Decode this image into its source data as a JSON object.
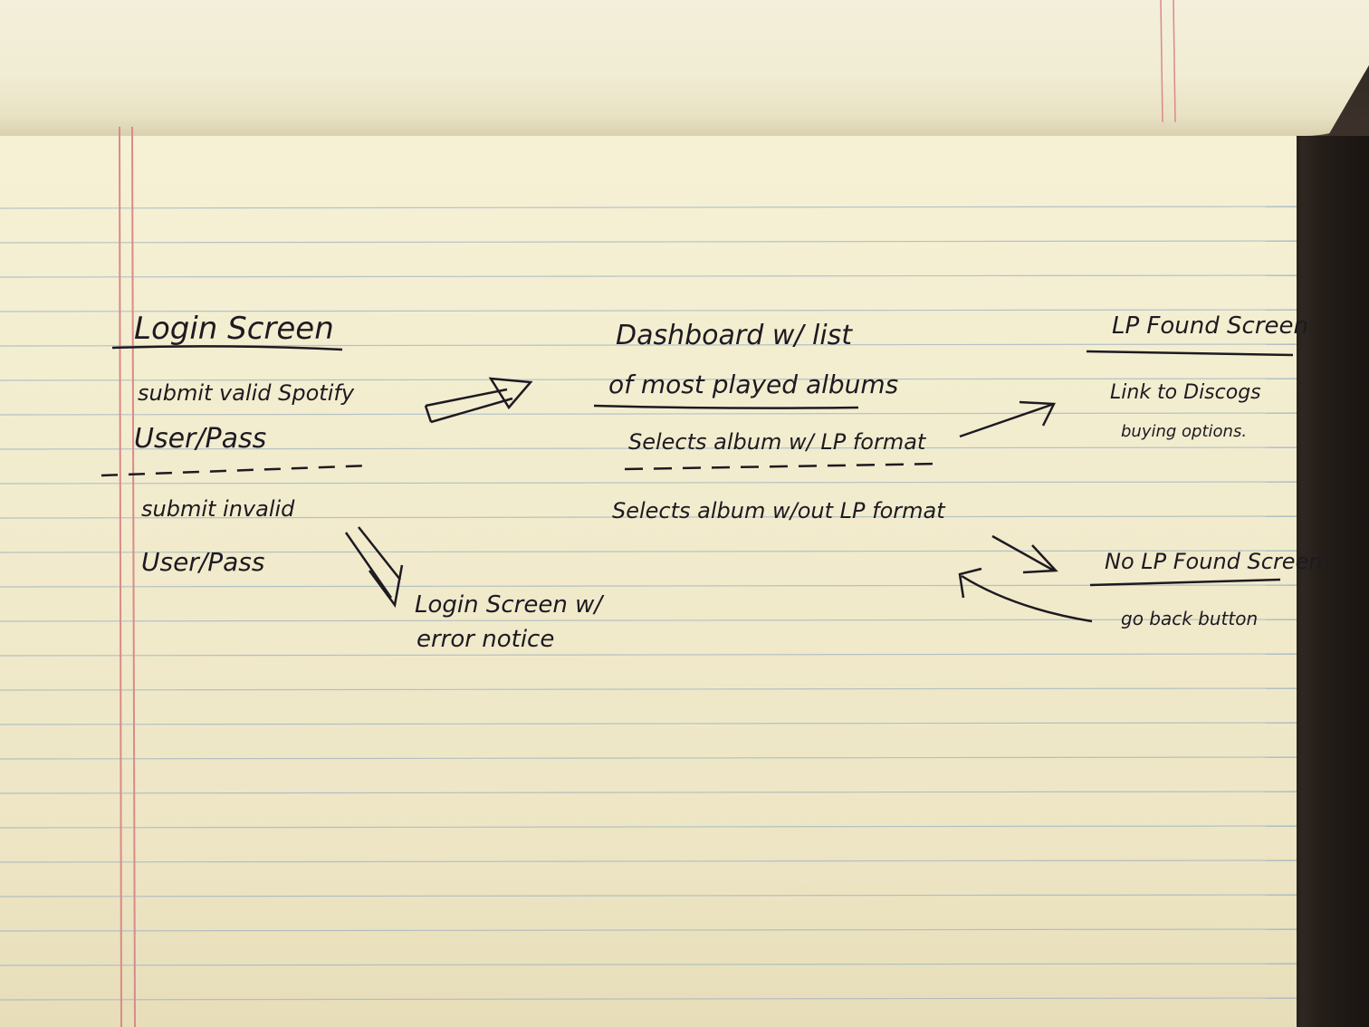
{
  "flow": {
    "login": {
      "title": "Login Screen",
      "valid_line1": "submit valid Spotify",
      "valid_line2": "User/Pass",
      "invalid_line1": "submit invalid",
      "invalid_line2": "User/Pass"
    },
    "error": {
      "line1": "Login Screen w/",
      "line2": "error notice"
    },
    "dashboard": {
      "title_line1": "Dashboard w/ list",
      "title_line2": "of most played albums",
      "option_with_lp": "Selects album w/ LP format",
      "option_without_lp": "Selects album w/out LP format"
    },
    "lp_found": {
      "title": "LP Found Screen",
      "line1": "Link to Discogs",
      "line2": "buying options."
    },
    "no_lp_found": {
      "title": "No LP Found Screen",
      "line1": "go back button"
    }
  },
  "colors": {
    "ink": "#1d1a22",
    "rule_blue": "#9fb3c0",
    "margin_red": "#d98a8a",
    "paper": "#f3eed2"
  }
}
